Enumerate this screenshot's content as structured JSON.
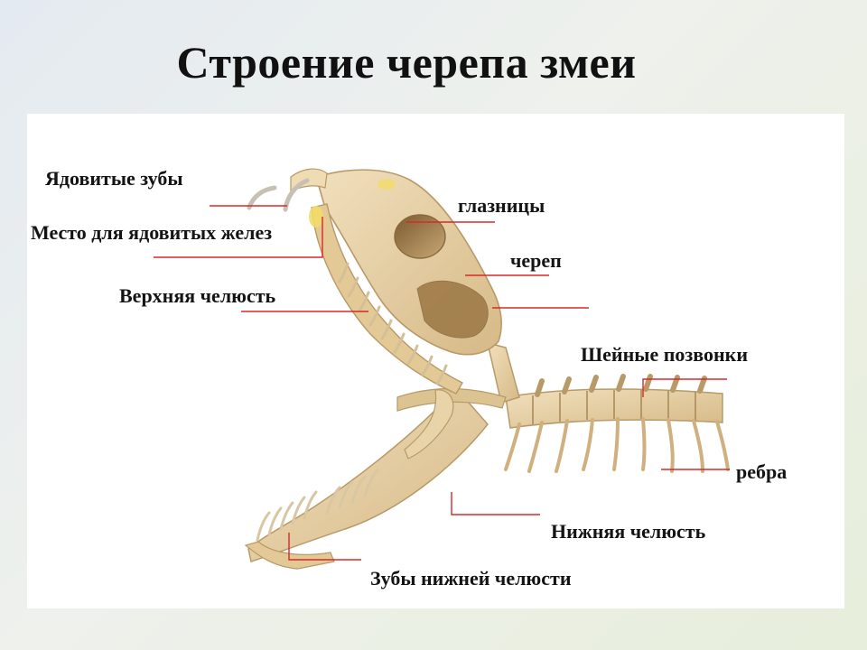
{
  "title": "Строение черепа змеи",
  "labels": {
    "venom_fangs": "Ядовитые зубы",
    "venom_glands": "Место для ядовитых желез",
    "upper_jaw": "Верхняя челюсть",
    "eye_sockets": "глазницы",
    "skull": "череп",
    "cervical_vertebrae": "Шейные позвонки",
    "ribs": "ребра",
    "lower_jaw": "Нижняя челюсть",
    "lower_jaw_teeth": "Зубы нижней челюсти"
  },
  "colors": {
    "bone": "#e6cfa3",
    "bone_shadow": "#b89a68",
    "bone_dark": "#8a6a3e",
    "leader_line": "#d8282a"
  }
}
